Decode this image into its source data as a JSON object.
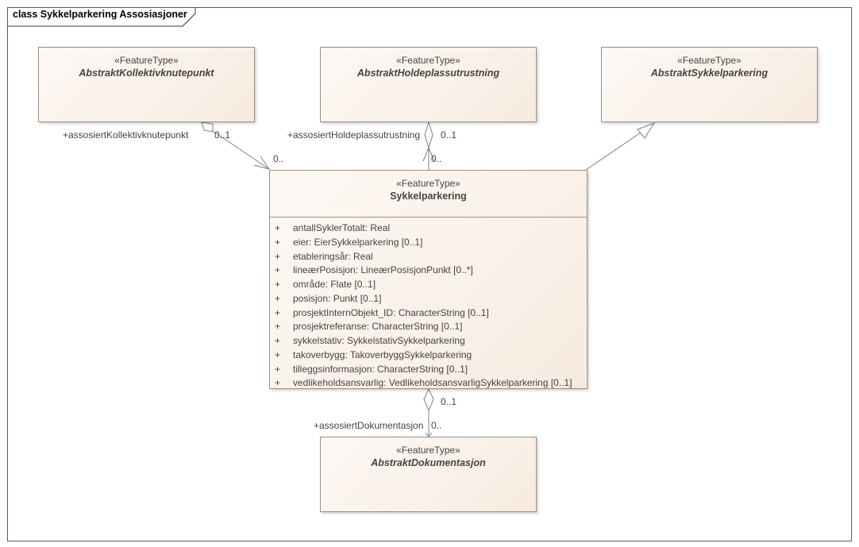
{
  "diagram": {
    "frame_title": "class Sykkelparkering Assosiasjoner",
    "classes": {
      "kollektivknutepunkt": {
        "stereotype": "«FeatureType»",
        "name": "AbstraktKollektivknutepunkt"
      },
      "holdeplassutrustning": {
        "stereotype": "«FeatureType»",
        "name": "AbstraktHoldeplassutrustning"
      },
      "abstrakt_sykkelparkering": {
        "stereotype": "«FeatureType»",
        "name": "AbstraktSykkelparkering"
      },
      "sykkelparkering": {
        "stereotype": "«FeatureType»",
        "name": "Sykkelparkering",
        "attributes": [
          {
            "vis": "+",
            "text": "antallSyklerTotalt: Real"
          },
          {
            "vis": "+",
            "text": "eier: EierSykkelparkering [0..1]"
          },
          {
            "vis": "+",
            "text": "etableringsår: Real"
          },
          {
            "vis": "+",
            "text": "lineærPosisjon: LineærPosisjonPunkt [0..*]"
          },
          {
            "vis": "+",
            "text": "område: Flate [0..1]"
          },
          {
            "vis": "+",
            "text": "posisjon: Punkt [0..1]"
          },
          {
            "vis": "+",
            "text": "prosjektInternObjekt_ID: CharacterString [0..1]"
          },
          {
            "vis": "+",
            "text": "prosjektreferanse: CharacterString [0..1]"
          },
          {
            "vis": "+",
            "text": "sykkelstativ: SykkelstativSykkelparkering"
          },
          {
            "vis": "+",
            "text": "takoverbygg: TakoverbyggSykkelparkering"
          },
          {
            "vis": "+",
            "text": "tilleggsinformasjon: CharacterString [0..1]"
          },
          {
            "vis": "+",
            "text": "vedlikeholdsansvarlig: VedlikeholdsansvarligSykkelparkering [0..1]"
          }
        ]
      },
      "dokumentasjon": {
        "stereotype": "«FeatureType»",
        "name": "AbstraktDokumentasjon"
      }
    },
    "association_labels": {
      "kollektiv_role": "+assosiertKollektivknutepunkt",
      "kollektiv_mult_target": "0..1",
      "kollektiv_mult_source": "0..",
      "holdeplass_role": "+assosiertHoldeplassutrustning",
      "holdeplass_mult_target": "0..1",
      "holdeplass_mult_source": "0..",
      "dok_mult_source": "0..1",
      "dok_role": "+assosiertDokumentasjon",
      "dok_mult_target": "0.."
    },
    "colors": {
      "line": "#7a7f90",
      "box_border": "#9e8e84",
      "box_fill_light": "#fdf9f5",
      "box_fill_dark": "#f7ebe0"
    }
  }
}
